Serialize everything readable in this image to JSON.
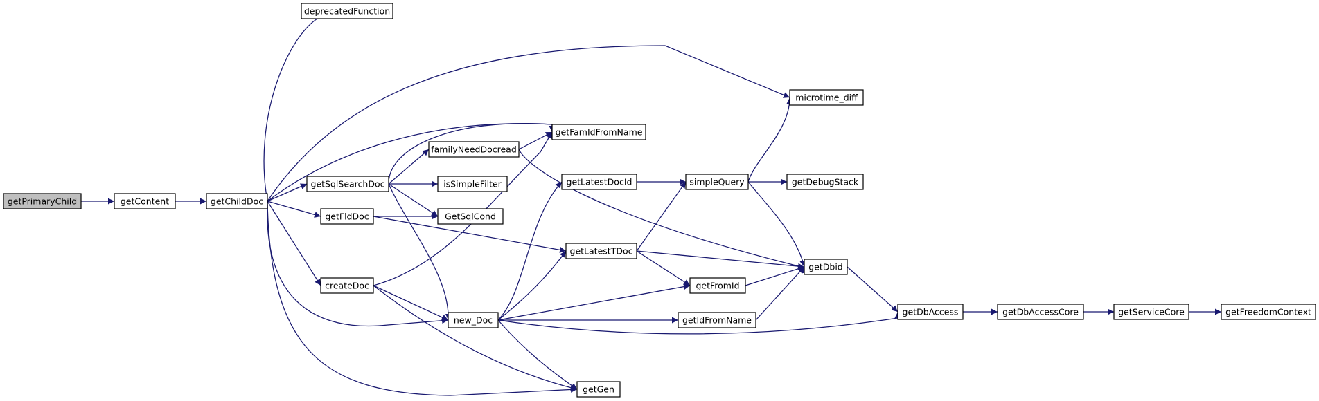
{
  "graph": {
    "nodes": [
      {
        "id": "getPrimaryChild",
        "label": "getPrimaryChild",
        "highlight": true
      },
      {
        "id": "getContent",
        "label": "getContent"
      },
      {
        "id": "getChildDoc",
        "label": "getChildDoc"
      },
      {
        "id": "deprecatedFunction",
        "label": "deprecatedFunction"
      },
      {
        "id": "microtime_diff",
        "label": "microtime_diff"
      },
      {
        "id": "getFamIdFromName",
        "label": "getFamIdFromName"
      },
      {
        "id": "familyNeedDocread",
        "label": "familyNeedDocread"
      },
      {
        "id": "getSqlSearchDoc",
        "label": "getSqlSearchDoc"
      },
      {
        "id": "isSimpleFilter",
        "label": "isSimpleFilter"
      },
      {
        "id": "GetSqlCond",
        "label": "GetSqlCond"
      },
      {
        "id": "getFldDoc",
        "label": "getFldDoc"
      },
      {
        "id": "getLatestDocId",
        "label": "getLatestDocId"
      },
      {
        "id": "simpleQuery",
        "label": "simpleQuery"
      },
      {
        "id": "getDebugStack",
        "label": "getDebugStack"
      },
      {
        "id": "getLatestTDoc",
        "label": "getLatestTDoc"
      },
      {
        "id": "getDbid",
        "label": "getDbid"
      },
      {
        "id": "createDoc",
        "label": "createDoc"
      },
      {
        "id": "getFromId",
        "label": "getFromId"
      },
      {
        "id": "new_Doc",
        "label": "new_Doc"
      },
      {
        "id": "getIdFromName",
        "label": "getIdFromName"
      },
      {
        "id": "getDbAccess",
        "label": "getDbAccess"
      },
      {
        "id": "getDbAccessCore",
        "label": "getDbAccessCore"
      },
      {
        "id": "getServiceCore",
        "label": "getServiceCore"
      },
      {
        "id": "getFreedomContext",
        "label": "getFreedomContext"
      },
      {
        "id": "getGen",
        "label": "getGen"
      }
    ],
    "edges": [
      [
        "getPrimaryChild",
        "getContent"
      ],
      [
        "getContent",
        "getChildDoc"
      ],
      [
        "getChildDoc",
        "deprecatedFunction"
      ],
      [
        "getChildDoc",
        "microtime_diff"
      ],
      [
        "getChildDoc",
        "getFamIdFromName"
      ],
      [
        "getChildDoc",
        "getSqlSearchDoc"
      ],
      [
        "getChildDoc",
        "getFldDoc"
      ],
      [
        "getChildDoc",
        "createDoc"
      ],
      [
        "getChildDoc",
        "new_Doc"
      ],
      [
        "getChildDoc",
        "getGen"
      ],
      [
        "getSqlSearchDoc",
        "getFamIdFromName"
      ],
      [
        "getSqlSearchDoc",
        "familyNeedDocread"
      ],
      [
        "getSqlSearchDoc",
        "isSimpleFilter"
      ],
      [
        "getSqlSearchDoc",
        "GetSqlCond"
      ],
      [
        "getSqlSearchDoc",
        "new_Doc"
      ],
      [
        "familyNeedDocread",
        "getFamIdFromName"
      ],
      [
        "familyNeedDocread",
        "getDbid"
      ],
      [
        "getFldDoc",
        "GetSqlCond"
      ],
      [
        "getFldDoc",
        "getLatestTDoc"
      ],
      [
        "createDoc",
        "getFamIdFromName"
      ],
      [
        "createDoc",
        "new_Doc"
      ],
      [
        "createDoc",
        "getGen"
      ],
      [
        "new_Doc",
        "getLatestDocId"
      ],
      [
        "new_Doc",
        "getLatestTDoc"
      ],
      [
        "new_Doc",
        "getFromId"
      ],
      [
        "new_Doc",
        "getIdFromName"
      ],
      [
        "new_Doc",
        "getDbAccess"
      ],
      [
        "new_Doc",
        "getGen"
      ],
      [
        "getLatestDocId",
        "simpleQuery"
      ],
      [
        "getLatestTDoc",
        "simpleQuery"
      ],
      [
        "getLatestTDoc",
        "getDbid"
      ],
      [
        "getLatestTDoc",
        "getFromId"
      ],
      [
        "simpleQuery",
        "microtime_diff"
      ],
      [
        "simpleQuery",
        "getDebugStack"
      ],
      [
        "simpleQuery",
        "getDbid"
      ],
      [
        "getFromId",
        "getDbid"
      ],
      [
        "getIdFromName",
        "getDbid"
      ],
      [
        "getDbid",
        "getDbAccess"
      ],
      [
        "getDbAccess",
        "getDbAccessCore"
      ],
      [
        "getDbAccessCore",
        "getServiceCore"
      ],
      [
        "getServiceCore",
        "getFreedomContext"
      ]
    ]
  }
}
